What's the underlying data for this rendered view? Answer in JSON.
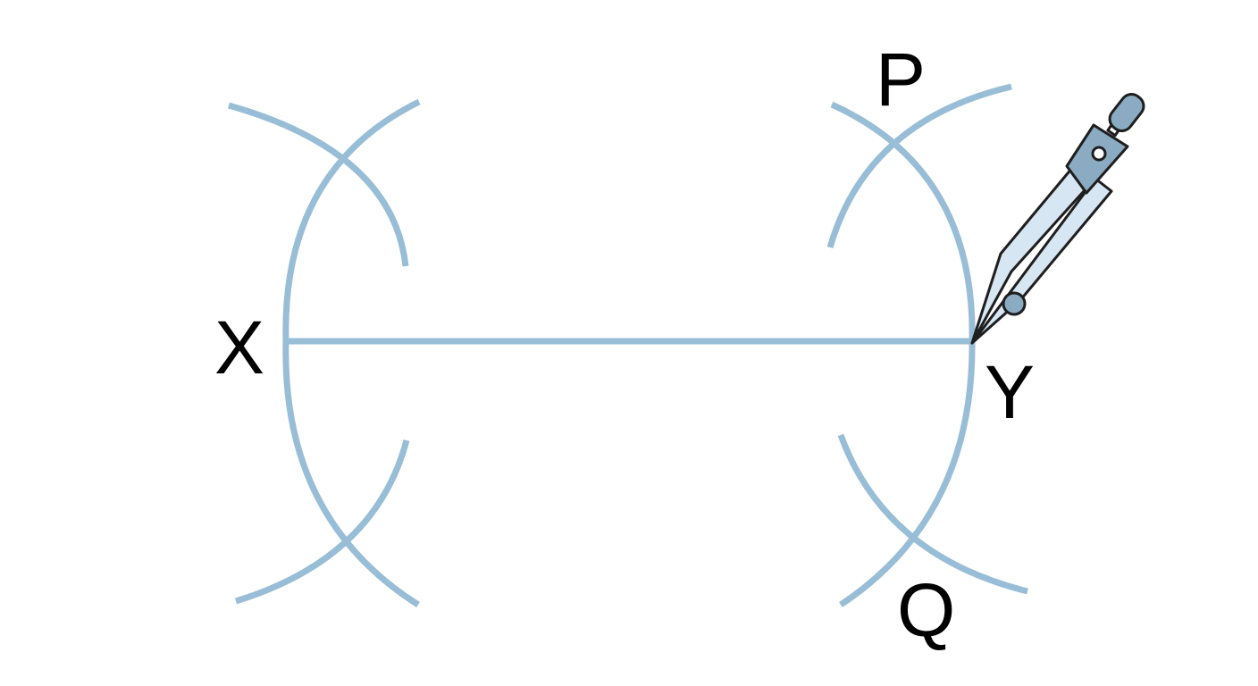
{
  "labels": {
    "x": "X",
    "y": "Y",
    "p": "P",
    "q": "Q"
  },
  "colors": {
    "construction": "#98BDD6",
    "compass_body": "#8AABC2",
    "compass_leg": "#D6E6F2",
    "outline": "#1E1E1E",
    "text": "#000000"
  },
  "icons": {
    "tool": "compass-icon"
  }
}
